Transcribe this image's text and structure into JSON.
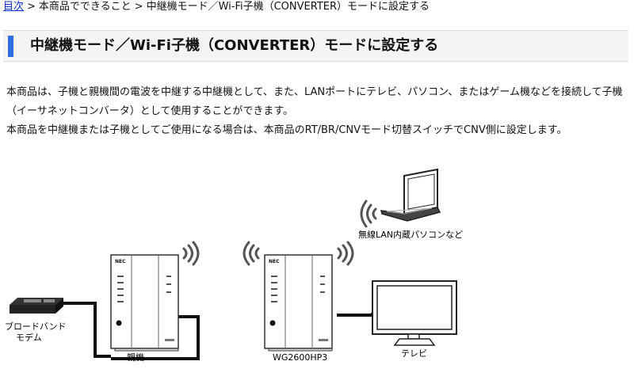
{
  "breadcrumb": {
    "home": "目次",
    "sep1": ">",
    "level1": "本商品でできること",
    "sep2": ">",
    "level2": "中継機モード／Wi-Fi子機（CONVERTER）モードに設定する"
  },
  "header": {
    "title": "中継機モード／Wi-Fi子機（CONVERTER）モードに設定する"
  },
  "body": {
    "para1": "本商品は、子機と親機間の電波を中継する中継機として、また、LANポートにテレビ、パソコン、またはゲーム機などを接続して子機（イーサネットコンバータ）として使用することができます。",
    "para2": "本商品を中継機または子機としてご使用になる場合は、本商品のRT/BR/CNVモード切替スイッチでCNV側に設定します。"
  },
  "diagram": {
    "modem_label_1": "ブロードバンド",
    "modem_label_2": "モデム",
    "parent_label": "親機",
    "child_label": "WG2600HP3",
    "tv_label": "テレビ",
    "laptop_label": "無線LAN内蔵パソコンなど",
    "brand_mark": "NEC"
  },
  "colors": {
    "link": "#0b2ccf",
    "accent_bar": "#2f6de0",
    "header_bg": "#f4f4f4"
  }
}
